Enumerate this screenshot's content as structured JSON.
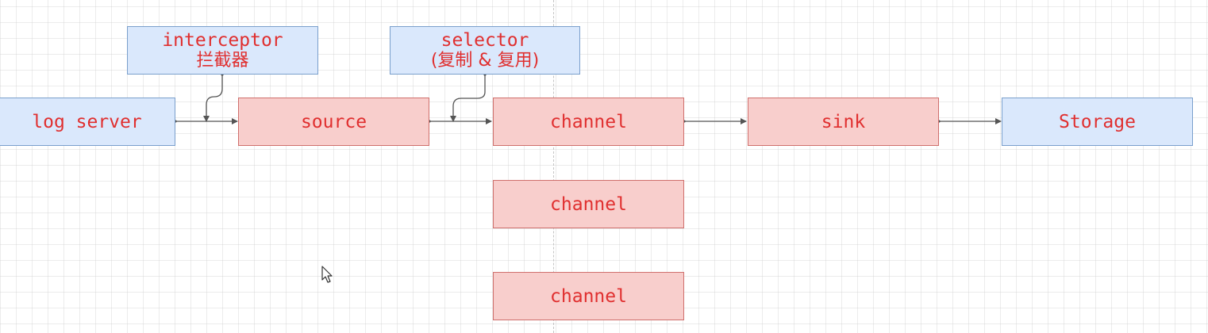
{
  "diagram": {
    "nodes": {
      "log_server": {
        "label": "log server"
      },
      "interceptor": {
        "label": "interceptor",
        "sublabel": "拦截器"
      },
      "selector": {
        "label": "selector",
        "sublabel": "(复制 & 复用)"
      },
      "source": {
        "label": "source"
      },
      "channel_1": {
        "label": "channel"
      },
      "channel_2": {
        "label": "channel"
      },
      "channel_3": {
        "label": "channel"
      },
      "sink": {
        "label": "sink"
      },
      "storage": {
        "label": "Storage"
      }
    },
    "edges": [
      {
        "from": "log_server",
        "to": "source"
      },
      {
        "from": "interceptor",
        "to": "log_server->source"
      },
      {
        "from": "source",
        "to": "channel_1"
      },
      {
        "from": "selector",
        "to": "source->channel_1"
      },
      {
        "from": "channel_1",
        "to": "sink"
      },
      {
        "from": "sink",
        "to": "storage"
      }
    ],
    "colors": {
      "blue_fill": "#dae8fc",
      "blue_stroke": "#7a9fcc",
      "red_fill": "#f8cecc",
      "red_stroke": "#cf6f6c",
      "label_text": "#e02f2f",
      "connector": "#555555"
    }
  }
}
